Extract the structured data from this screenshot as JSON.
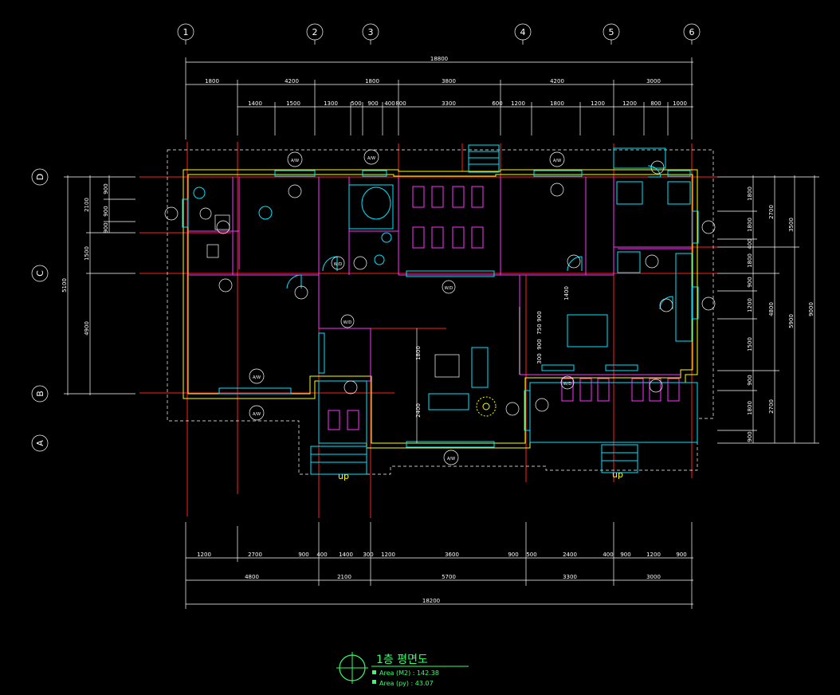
{
  "drawing": {
    "title": "1층 평면도",
    "area_m2_label": "Area (M2) : 142.38",
    "area_py_label": "Area (py) : 43.07",
    "stair_label": "up"
  },
  "grid": {
    "columns": [
      "1",
      "2",
      "3",
      "4",
      "5",
      "6"
    ],
    "rows": [
      "D",
      "C",
      "B",
      "A"
    ]
  },
  "dimensions": {
    "top_total": "18800",
    "top_row1": [
      "1800",
      "4200",
      "1800",
      "3800",
      "4200",
      "3000"
    ],
    "top_row2": [
      "1400",
      "1500",
      "1300",
      "500",
      "900",
      "400",
      "800",
      "3300",
      "600",
      "1200",
      "1800",
      "1200",
      "1200",
      "800",
      "1000"
    ],
    "bottom_row1": [
      "1200",
      "2700",
      "900",
      "400",
      "1400",
      "300",
      "1200",
      "3600",
      "900",
      "500",
      "2400",
      "400",
      "900",
      "1200",
      "900"
    ],
    "bottom_row2": [
      "4800",
      "2100",
      "5700",
      "3300",
      "3000"
    ],
    "bottom_total": "18200",
    "left_row1": [
      "900",
      "2100",
      "900",
      "900",
      "1500",
      "4900"
    ],
    "left_total": "5100",
    "right_row1": [
      "1800",
      "1800",
      "400",
      "1800",
      "900",
      "1200",
      "1500",
      "900",
      "1800",
      "900"
    ],
    "right_row2": [
      "2700",
      "4800",
      "2700"
    ],
    "right_row3": [
      "3500",
      "5900"
    ],
    "right_total": "9000",
    "interior": [
      "1400",
      "1800",
      "2400",
      "900",
      "750",
      "900",
      "300"
    ]
  },
  "tags": [
    "A/W",
    "A/W",
    "A/W",
    "W/D",
    "W/D",
    "W/D",
    "A/W",
    "A/W",
    "A/W",
    "W/D"
  ]
}
